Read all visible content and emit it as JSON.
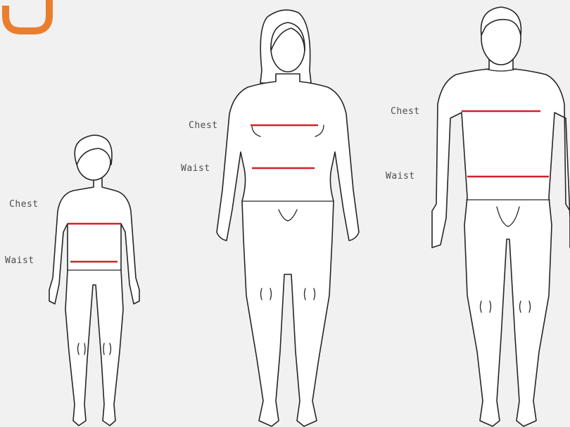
{
  "colors": {
    "background": "#f1f1f1",
    "outline": "#262626",
    "measure_line": "#d4202a",
    "logo": "#ea7e2c",
    "label_text": "#4d4d4d"
  },
  "figures": [
    {
      "id": "child",
      "chest_label": "Chest",
      "waist_label": "Waist"
    },
    {
      "id": "woman",
      "chest_label": "Chest",
      "waist_label": "Waist"
    },
    {
      "id": "man",
      "chest_label": "Chest",
      "waist_label": "Waist"
    }
  ],
  "icons": [
    "logo-mark-icon"
  ]
}
